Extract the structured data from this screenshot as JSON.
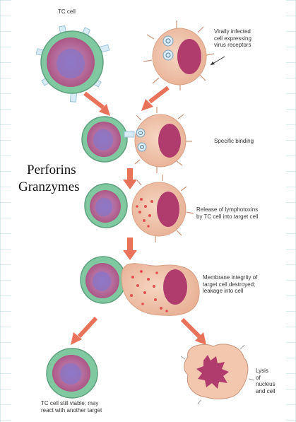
{
  "labels": {
    "tc_cell": "TC cell",
    "virus_cell": "Virally infected\ncell expressing\nvirus receptors",
    "specific_binding": "Specific binding",
    "perforins": "Perforins",
    "granzymes": "Granzymes",
    "release": "Release of lymphotoxins\nby TC cell into target cell",
    "membrane": "Membrane integrity of\ntarget cell destroyed;\nleakage into cell",
    "lysis": "Lysis\nof\nnucleus\nand cell",
    "viable": "TC cell still viable; may\nreact with another target"
  },
  "colors": {
    "tc_outer": "#7fc8a0",
    "tc_inner": "#b96a98",
    "tc_nucleus": "#8a74c4",
    "target_body": "#f2c7ae",
    "target_nucleus": "#b03c6e",
    "arrow": "#e8735a",
    "spot": "#e05050",
    "receptor": "#d8ecf6"
  }
}
